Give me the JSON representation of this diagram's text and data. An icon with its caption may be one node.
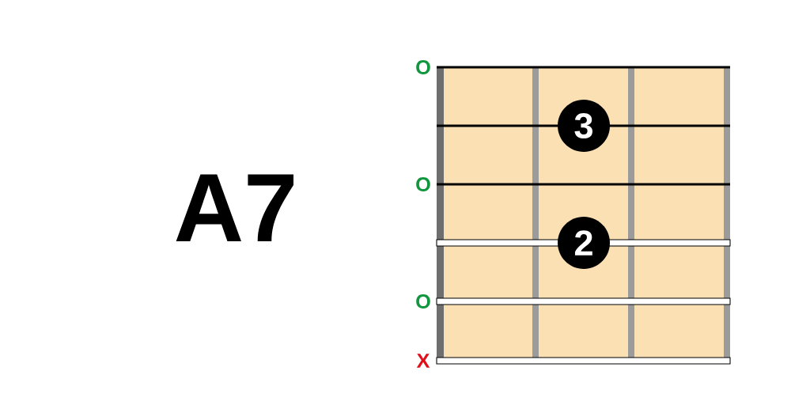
{
  "diagram": {
    "title": "A7",
    "nodes": [
      {
        "text": [
          "3"
        ]
      },
      {
        "text": [
          "2"
        ]
      }
    ],
    "labels": [
      "O",
      "O",
      "O",
      "X"
    ]
  }
}
